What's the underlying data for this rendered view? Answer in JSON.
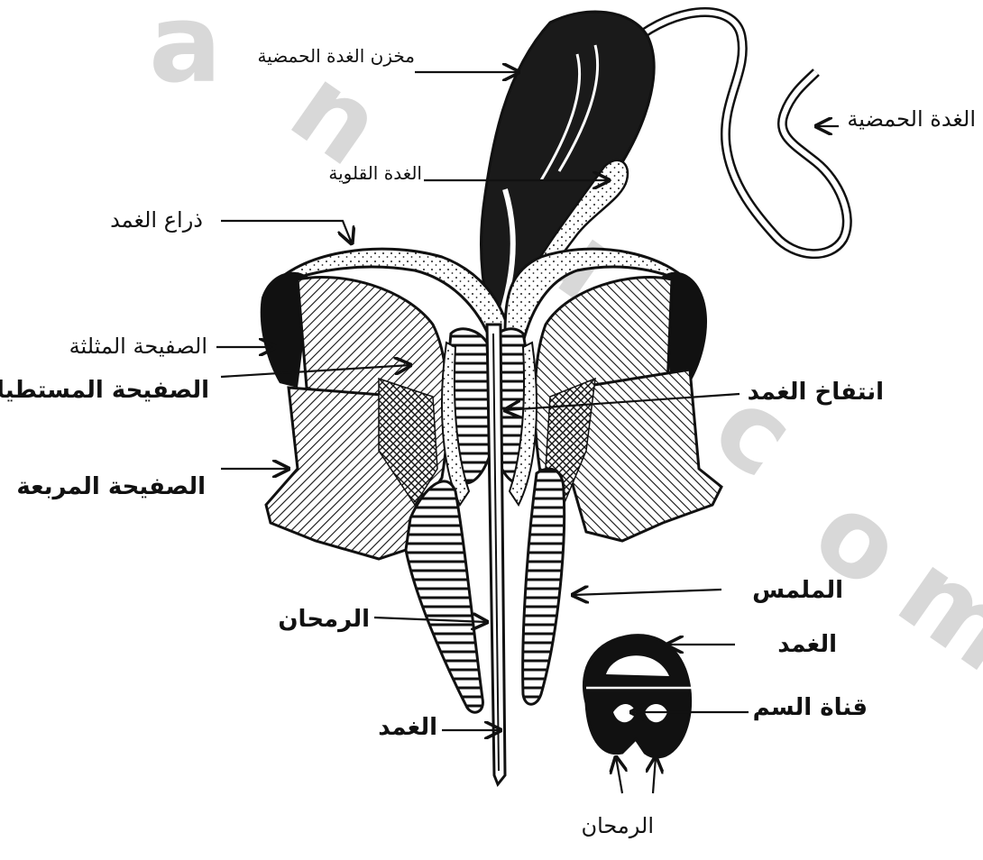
{
  "labels": {
    "venom_reservoir": "مخزن الغدة الحمضية",
    "acid_gland": "الغدة الحمضية",
    "accessory_gland": "الغدة القلوية",
    "sting_arm": "ذراع الغمد",
    "triangular_plate": "الصفيحة المثلثة",
    "oblong_plate": "الصفيحة المستطيلة",
    "sting_bulb": "انتفاخ الغمد",
    "quadrate_plate": "الصفيحة المربعة",
    "palp": "الملمس",
    "lancet": "الرمحان",
    "sheath_main": "الغمد",
    "sheath_section": "الغمد",
    "venom_canal": "قناة السم",
    "lancets_section": "الرمحان"
  },
  "watermark": [
    "a",
    "n",
    "u",
    "c",
    "o",
    "m"
  ],
  "colors": {
    "ink": "#111111",
    "background": "#ffffff",
    "watermark": "#d8d8d8"
  }
}
